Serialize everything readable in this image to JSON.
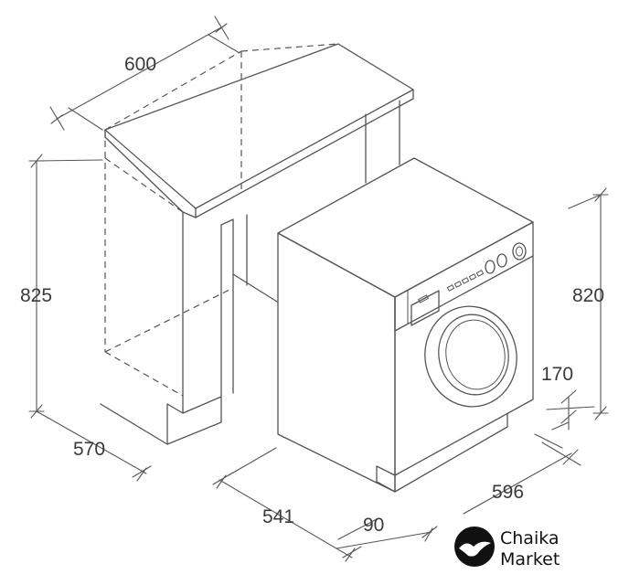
{
  "dimensions": {
    "cabinet_width": "600",
    "cabinet_height": "825",
    "cabinet_depth": "570",
    "machine_height": "820",
    "machine_depth": "541",
    "door_offset": "90",
    "plinth_height": "170",
    "machine_width": "596"
  },
  "logo": {
    "line1": "Chaika",
    "line2": "Market",
    "icon": "seagull-icon",
    "color": "#111111"
  },
  "colors": {
    "line": "#555555",
    "text": "#3a3a3a"
  }
}
